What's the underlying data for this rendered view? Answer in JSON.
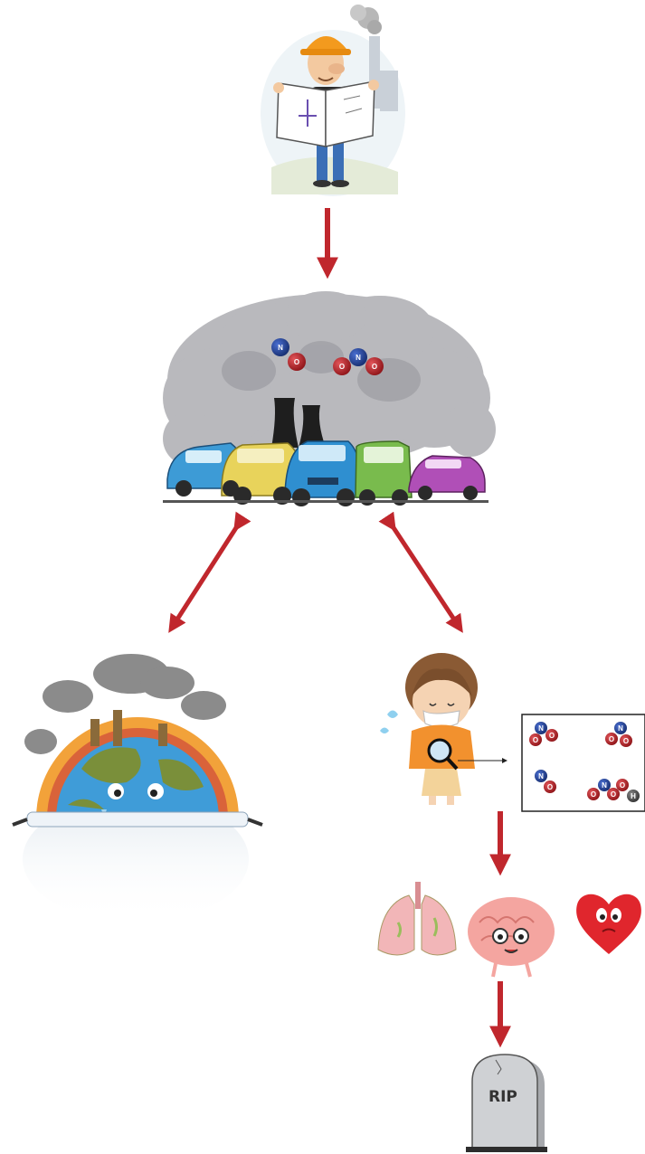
{
  "diagram": {
    "nodes": [
      {
        "id": "engineer",
        "icon": "engineer-with-blueprint-icon"
      },
      {
        "id": "pollution",
        "icon": "factory-and-cars-pollution-icon",
        "molecules": [
          {
            "atoms": [
              "N",
              "O"
            ]
          },
          {
            "atoms": [
              "O",
              "N",
              "O"
            ]
          }
        ]
      },
      {
        "id": "earth",
        "icon": "sick-earth-with-mask-icon"
      },
      {
        "id": "person",
        "icon": "masked-girl-with-magnifier-icon"
      },
      {
        "id": "molecules-box",
        "icon": "molecules-box-icon",
        "molecules": [
          {
            "atoms": [
              "N",
              "O",
              "O"
            ]
          },
          {
            "atoms": [
              "N",
              "O",
              "O"
            ]
          },
          {
            "atoms": [
              "N",
              "O"
            ]
          },
          {
            "atoms": [
              "N",
              "O",
              "O",
              "O",
              "H"
            ]
          }
        ]
      },
      {
        "id": "organs",
        "icon": "lungs-brain-heart-icon"
      },
      {
        "id": "grave",
        "icon": "tombstone-icon",
        "label": "RIP"
      }
    ],
    "edges": [
      {
        "from": "engineer",
        "to": "pollution",
        "direction": "one-way"
      },
      {
        "from": "pollution",
        "to": "earth",
        "direction": "two-way"
      },
      {
        "from": "pollution",
        "to": "person",
        "direction": "two-way"
      },
      {
        "from": "person",
        "to": "molecules-box",
        "direction": "one-way"
      },
      {
        "from": "molecules-box",
        "to": "organs",
        "direction": "one-way"
      },
      {
        "from": "organs",
        "to": "grave",
        "direction": "one-way"
      }
    ],
    "colors": {
      "arrow": "#c0272d",
      "smoke": "#b9b9bd",
      "nitrogen": "#1f3f94",
      "oxygen": "#b01e23",
      "hydrogen": "#4a4a4a"
    }
  }
}
